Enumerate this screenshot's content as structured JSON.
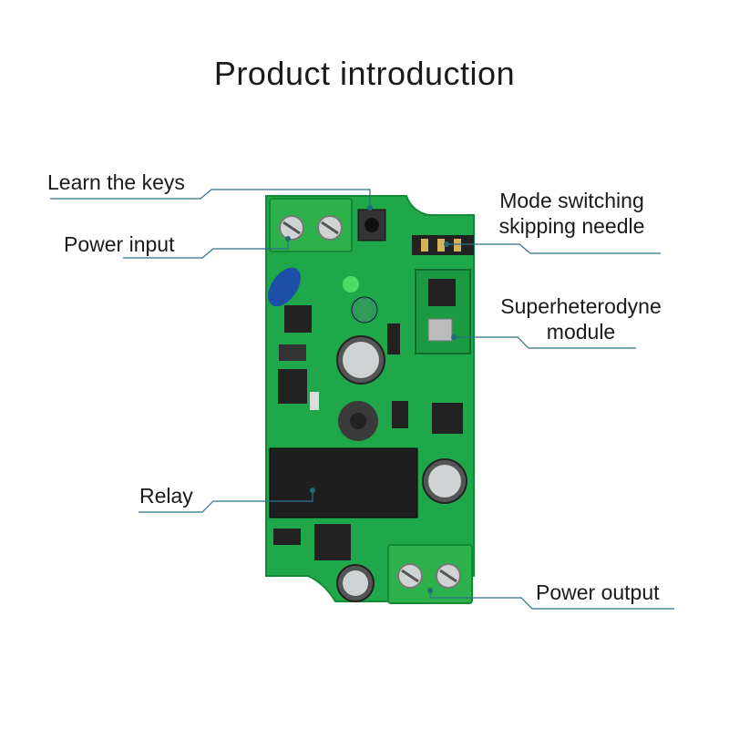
{
  "title": "Product introduction",
  "labels": {
    "learn_keys": "Learn the keys",
    "power_input": "Power input",
    "mode_switching_line1": "Mode switching",
    "mode_switching_line2": "skipping needle",
    "superheterodyne_line1": "Superheterodyne",
    "superheterodyne_line2": "module",
    "relay": "Relay",
    "power_output": "Power output"
  },
  "colors": {
    "pcb": "#1fa84a",
    "pcb_dark": "#138a36",
    "terminal": "#2db24b",
    "callout_line": "#2f6f8f",
    "callout_dot": "#1d6e7a"
  }
}
